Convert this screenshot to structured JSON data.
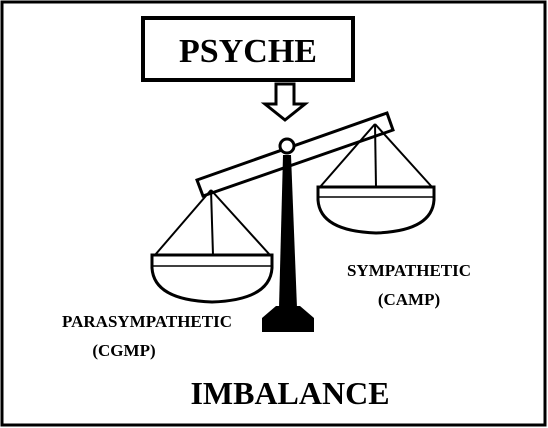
{
  "title": "PSYCHE",
  "labels": {
    "left_line1": "PARASYMPATHETIC",
    "left_line2": "(CGMP)",
    "right_line1": "SYMPATHETIC",
    "right_line2": "(CAMP)"
  },
  "caption": "IMBALANCE"
}
